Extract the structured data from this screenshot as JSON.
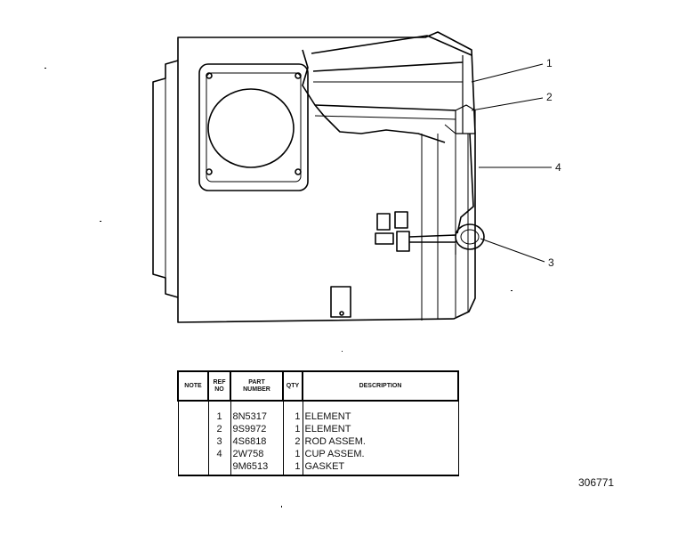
{
  "callouts": [
    "1",
    "2",
    "4",
    "3"
  ],
  "table": {
    "headers": {
      "note": "NOTE",
      "ref_no": "REF NO",
      "part_number": "PART NUMBER",
      "qty": "QTY",
      "description": "DESCRIPTION"
    },
    "rows": [
      {
        "ref": "1",
        "part": "8N5317",
        "qty": "1",
        "desc": "ELEMENT"
      },
      {
        "ref": "2",
        "part": "9S9972",
        "qty": "1",
        "desc": "ELEMENT"
      },
      {
        "ref": "3",
        "part": "4S6818",
        "qty": "2",
        "desc": "ROD ASSEM."
      },
      {
        "ref": "4",
        "part": "2W758",
        "qty": "1",
        "desc": "CUP ASSEM."
      },
      {
        "ref": "",
        "part": "9M6513",
        "qty": "1",
        "desc": "GASKET"
      }
    ]
  },
  "reference_id": "306771"
}
